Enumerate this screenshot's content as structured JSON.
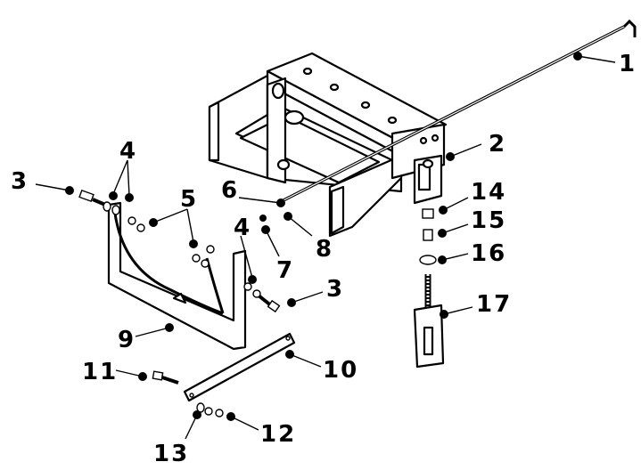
{
  "callouts": [
    {
      "id": "1",
      "label": "1"
    },
    {
      "id": "2",
      "label": "2"
    },
    {
      "id": "3a",
      "label": "3"
    },
    {
      "id": "3b",
      "label": "3"
    },
    {
      "id": "4a",
      "label": "4"
    },
    {
      "id": "4b",
      "label": "4"
    },
    {
      "id": "5",
      "label": "5"
    },
    {
      "id": "6",
      "label": "6"
    },
    {
      "id": "7",
      "label": "7"
    },
    {
      "id": "8",
      "label": "8"
    },
    {
      "id": "9",
      "label": "9"
    },
    {
      "id": "10",
      "label": "10"
    },
    {
      "id": "11",
      "label": "11"
    },
    {
      "id": "12",
      "label": "12"
    },
    {
      "id": "13",
      "label": "13"
    },
    {
      "id": "14",
      "label": "14"
    },
    {
      "id": "15",
      "label": "15"
    },
    {
      "id": "16",
      "label": "16"
    },
    {
      "id": "17",
      "label": "17"
    }
  ]
}
